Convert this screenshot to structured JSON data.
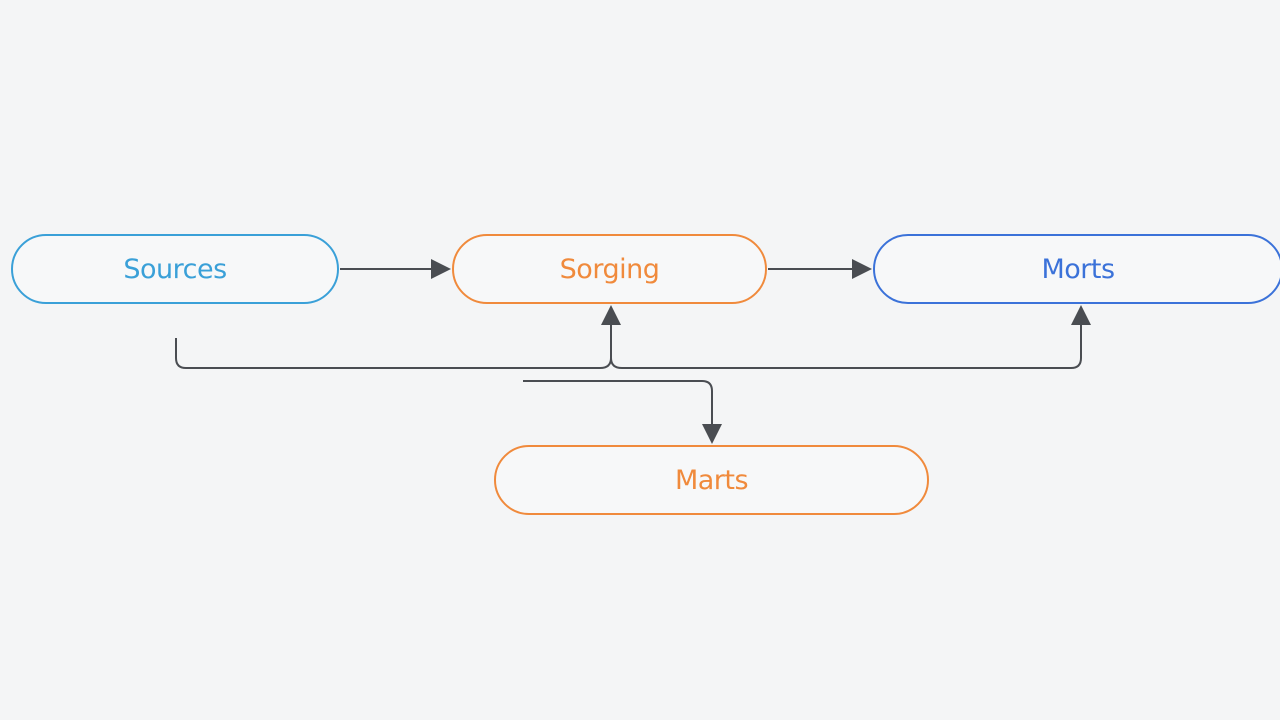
{
  "nodes": {
    "sources": {
      "label": "Sources",
      "color": "#3aa0d8"
    },
    "staging": {
      "label": "Sorging",
      "color": "#f08a3c"
    },
    "marts_right": {
      "label": "Morts",
      "color": "#3b72d9"
    },
    "marts_bottom": {
      "label": "Marts",
      "color": "#f08a3c"
    }
  },
  "edges": [
    {
      "from": "Sources",
      "to": "Sorging"
    },
    {
      "from": "Sorging",
      "to": "Morts"
    },
    {
      "from": "Sources",
      "to": "Sorging"
    },
    {
      "from": "Sources",
      "to": "Morts"
    },
    {
      "from": "Sorging",
      "to": "Marts"
    }
  ],
  "edge_color": "#4a4d52"
}
